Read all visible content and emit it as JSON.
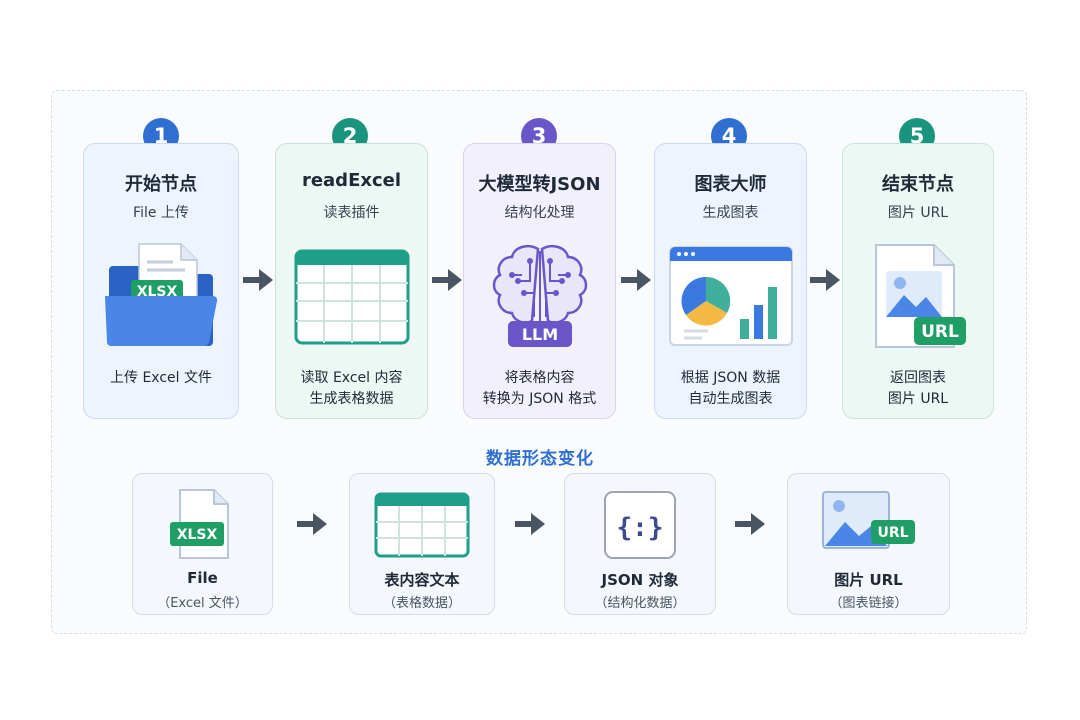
{
  "steps": [
    {
      "num": "1",
      "title": "开始节点",
      "subtitle": "File 上传",
      "desc": [
        "上传 Excel 文件"
      ],
      "color": "#2f6fd1",
      "badge": "XLSX"
    },
    {
      "num": "2",
      "title": "readExcel",
      "subtitle": "读表插件",
      "desc": [
        "读取 Excel 内容",
        "生成表格数据"
      ],
      "color": "#19947f"
    },
    {
      "num": "3",
      "title": "大模型转JSON",
      "subtitle": "结构化处理",
      "desc": [
        "将表格内容",
        "转换为 JSON 格式"
      ],
      "color": "#6a55c9",
      "badge": "LLM"
    },
    {
      "num": "4",
      "title": "图表大师",
      "subtitle": "生成图表",
      "desc": [
        "根据 JSON 数据",
        "自动生成图表"
      ],
      "color": "#2f6fd1"
    },
    {
      "num": "5",
      "title": "结束节点",
      "subtitle": "图片 URL",
      "desc": [
        "返回图表",
        "图片 URL"
      ],
      "color": "#19947f",
      "badge": "URL"
    }
  ],
  "transform": {
    "title": "数据形态变化",
    "items": [
      {
        "label": "File",
        "sublabel": "（Excel 文件）",
        "badge": "XLSX"
      },
      {
        "label": "表内容文本",
        "sublabel": "（表格数据）"
      },
      {
        "label": "JSON 对象",
        "sublabel": "（结构化数据）",
        "glyph": "{:}"
      },
      {
        "label": "图片 URL",
        "sublabel": "（图表链接）",
        "badge": "URL"
      }
    ]
  },
  "colors": {
    "blue": "#2f6fd1",
    "green": "#19947f",
    "purple": "#6a55c9",
    "arrow": "#4a5563"
  }
}
